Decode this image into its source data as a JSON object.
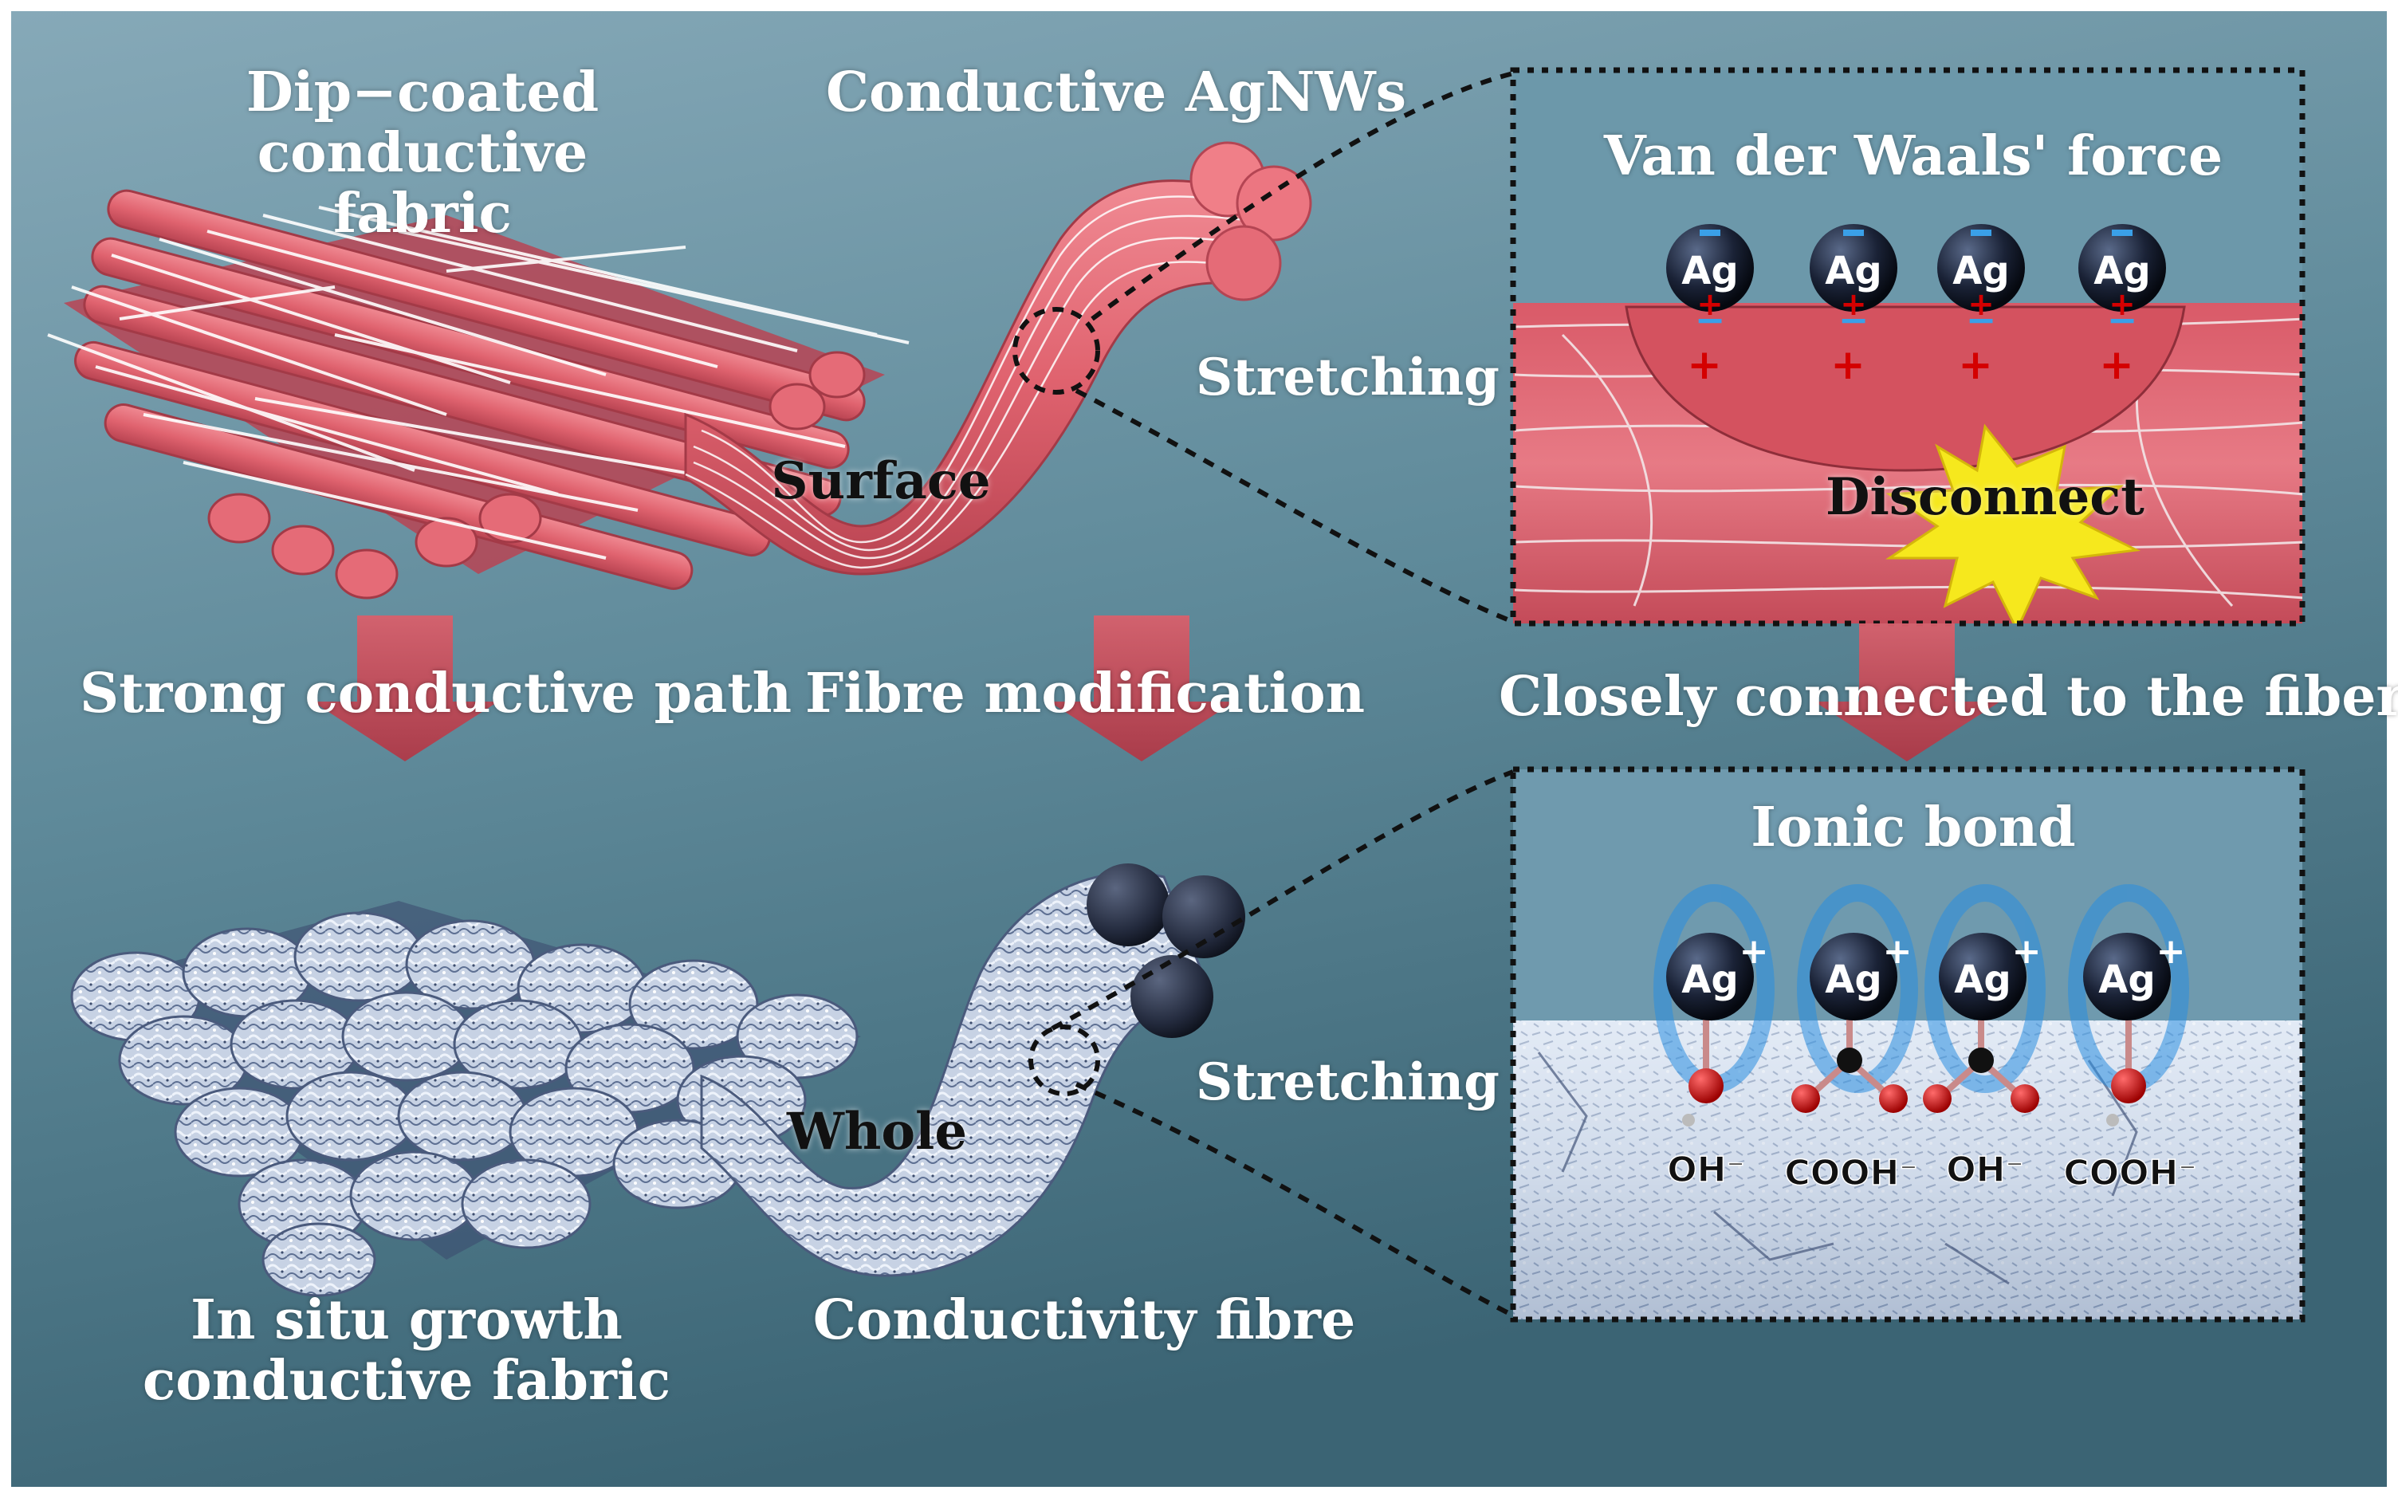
{
  "labels": {
    "dip_coated": "Dip−coated\nconductive fabric",
    "conductive_agnws": "Conductive AgNWs",
    "surface": "Surface",
    "stretching_top": "Stretching",
    "van_der_waals": "Van der Waals' force",
    "disconnect": "Disconnect",
    "strong_path": "Strong conductive path",
    "fibre_modification": "Fibre modification",
    "closely_connected": "Closely connected to the fiber",
    "ionic_bond": "Ionic bond",
    "stretching_bottom": "Stretching",
    "whole": "Whole",
    "in_situ": "In situ growth\nconductive fabric",
    "conductivity_fibre": "Conductivity fibre"
  },
  "ag_symbol": "Ag",
  "charge_plus": "+",
  "charge_minus": "−",
  "groups": [
    "OH⁻",
    "COOH⁻",
    "OH⁻",
    "COOH⁻"
  ],
  "colors": {
    "background_top": "#7fa3b3",
    "background_bottom": "#3f6b7b",
    "fabric_pink": "#e8737f",
    "fiber_pink": "#d9606c",
    "arrow_red": "#c9404e",
    "silver": "#c9d4e6",
    "ion_blue": "#2a8ee0",
    "oxygen_red": "#d40000",
    "disconnect_yellow": "#f6e81d"
  }
}
